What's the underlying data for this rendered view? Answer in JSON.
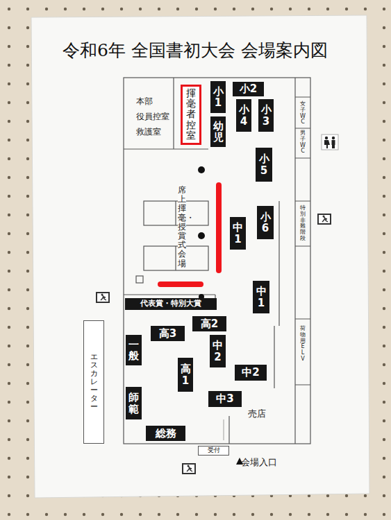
{
  "diagram": {
    "title": "令和6年 全国書初大会 会場案内図",
    "nodes": [
      {
        "text": [
          "揮毫者控室"
        ]
      },
      {
        "text": [
          "小1"
        ]
      },
      {
        "text": [
          "小2"
        ]
      },
      {
        "text": [
          "小4"
        ]
      },
      {
        "text": [
          "小3"
        ]
      },
      {
        "text": [
          "幼児"
        ]
      },
      {
        "text": [
          "小5"
        ]
      },
      {
        "text": [
          "小6"
        ]
      },
      {
        "text": [
          "中1"
        ]
      },
      {
        "text": [
          "中1"
        ]
      },
      {
        "text": [
          "代表賞・特別大賞"
        ]
      },
      {
        "text": [
          "高3"
        ]
      },
      {
        "text": [
          "高2"
        ]
      },
      {
        "text": [
          "一般"
        ]
      },
      {
        "text": [
          "中2"
        ]
      },
      {
        "text": [
          "高1"
        ]
      },
      {
        "text": [
          "中2"
        ]
      },
      {
        "text": [
          "師範"
        ]
      },
      {
        "text": [
          "中3"
        ]
      },
      {
        "text": [
          "総務"
        ]
      },
      {
        "text": [
          "受付"
        ]
      },
      {
        "text": [
          "エスカレーター"
        ]
      }
    ],
    "labels": [
      "本部",
      "役員控室",
      "救護室",
      "席上揮毫・授賞式会場",
      "女子WC",
      "男子WC",
      "特別非難階段",
      "荷物用ELV",
      "売店",
      "会場入口"
    ]
  }
}
